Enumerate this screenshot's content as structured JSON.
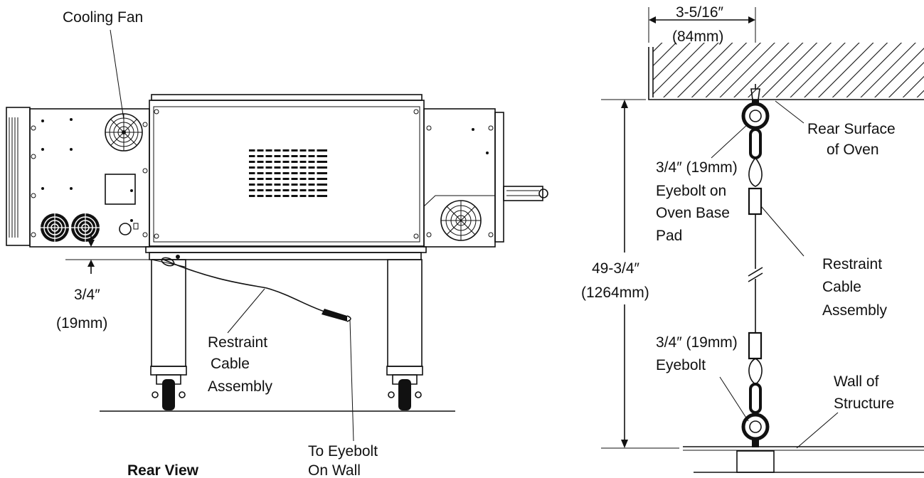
{
  "rear_view": {
    "cooling_fan_label": "Cooling Fan",
    "gap_dim_line1": "3/4″",
    "gap_dim_line2": "(19mm)",
    "cable_line1": "Restraint",
    "cable_line2": "Cable",
    "cable_line3": "Assembly",
    "wall_line1": "To Eyebolt",
    "wall_line2": "On Wall",
    "title": "Rear View"
  },
  "side_detail": {
    "offset_dim_line1": "3-5/16″",
    "offset_dim_line2": "(84mm)",
    "rear_surface_line1": "Rear Surface",
    "rear_surface_line2": "of Oven",
    "eyebolt_oven_line1": "3/4″ (19mm)",
    "eyebolt_oven_line2": "Eyebolt on",
    "eyebolt_oven_line3": "Oven Base",
    "eyebolt_oven_line4": "Pad",
    "height_dim_line1": "49-3/4″",
    "height_dim_line2": "(1264mm)",
    "cable_line1": "Restraint",
    "cable_line2": "Cable",
    "cable_line3": "Assembly",
    "eyebolt_wall_line1": "3/4″ (19mm)",
    "eyebolt_wall_line2": "Eyebolt",
    "wall_line1": "Wall of",
    "wall_line2": "Structure"
  }
}
